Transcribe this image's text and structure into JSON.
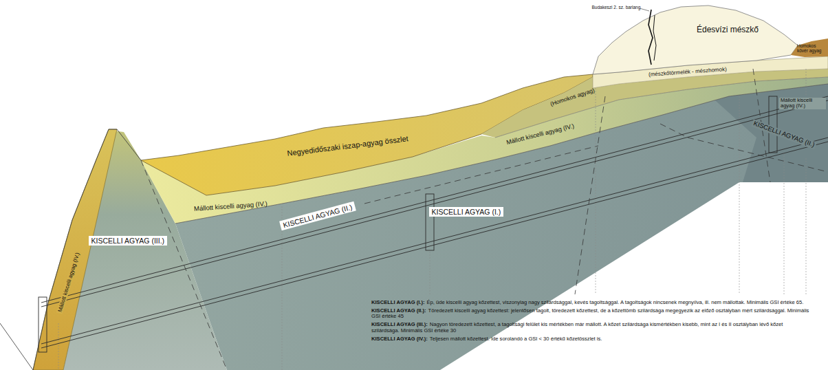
{
  "diagram": {
    "labels": [
      "Budakeszi 2. sz. barlang",
      "Édesvízi mészkő",
      "(mészkőtörmelék - mészhomok)",
      "Homokos kövér agyag",
      "(Homokos agyag)",
      "Mállott kiscelli agyag (IV.)",
      "Mállott kiscelli agyag (IV.)",
      "KISCELLI AGYAG (II.)",
      "Negyedidőszaki iszap-agyag összlet",
      "Mállott kiscelli agyag (IV.)",
      "Mállott kiscelli agyag (IV.)",
      "KISCELLI AGYAG (III.)",
      "KISCELLI AGYAG (II.)",
      "KISCELLI AGYAG (I.)",
      "KISCELLI AGYAG (I.):",
      "Ép, üde kiscelli agyag kőzettest, viszonylag nagy szilárdsággal, kevés tagoltsággal. A tagoltságok nincsenek megnyílva, ill. nem mállottak. Minimális GSI értéke 65.",
      "KISCELLI AGYAG (II.):",
      "Töredezett kiscelli agyag kőzettest: jelentősen tagolt, töredezett kőzettest, de a kőzettömb szilárdsága megegyezik az előző osztályban mért szilárdsággal. Minimális GSI értéke 45",
      "KISCELLI AGYAG (III.):",
      "Nagyon töredezett kőzettest, a tagoltsági felület kis mértékben már mállott. A kőzet szilárdsága kismértékben kisebb, mint az I és II osztályban lévő kőzet szilárdsága. Minimális GSI értéke 30",
      "KISCELLI AGYAG (IV.):",
      "Teljesen mállott kőzettest. Ide sorolandó a GSI < 30 értékű kőzetösszlet is."
    ]
  }
}
